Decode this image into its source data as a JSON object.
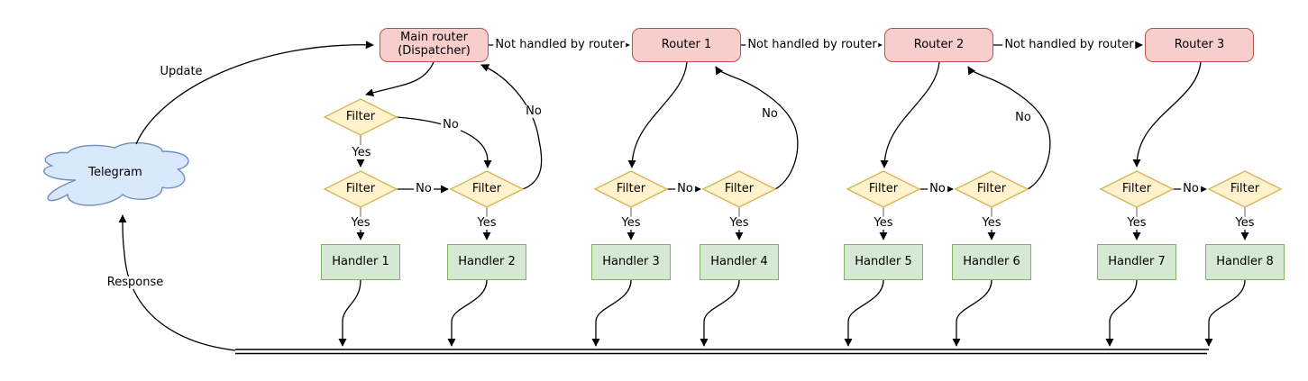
{
  "diagram": {
    "cloud": {
      "label": "Telegram"
    },
    "edge_labels": {
      "update": "Update",
      "response": "Response",
      "not_handled": "Not handled by router",
      "yes": "Yes",
      "no": "No"
    },
    "routers": [
      {
        "label": "Main router (Dispatcher)"
      },
      {
        "label": "Router 1"
      },
      {
        "label": "Router 2"
      },
      {
        "label": "Router 3"
      }
    ],
    "filter_label": "Filter",
    "handlers": [
      {
        "label": "Handler 1"
      },
      {
        "label": "Handler 2"
      },
      {
        "label": "Handler 3"
      },
      {
        "label": "Handler 4"
      },
      {
        "label": "Handler 5"
      },
      {
        "label": "Handler 6"
      },
      {
        "label": "Handler 7"
      },
      {
        "label": "Handler 8"
      }
    ],
    "colors": {
      "router_fill": "#f8cecc",
      "router_stroke": "#b85450",
      "filter_fill": "#fff2cc",
      "filter_stroke": "#d6b656",
      "handler_fill": "#d5e8d4",
      "handler_stroke": "#82b366",
      "cloud_fill": "#dae8fc",
      "cloud_stroke": "#6c8ebf",
      "edge": "#000000"
    }
  }
}
